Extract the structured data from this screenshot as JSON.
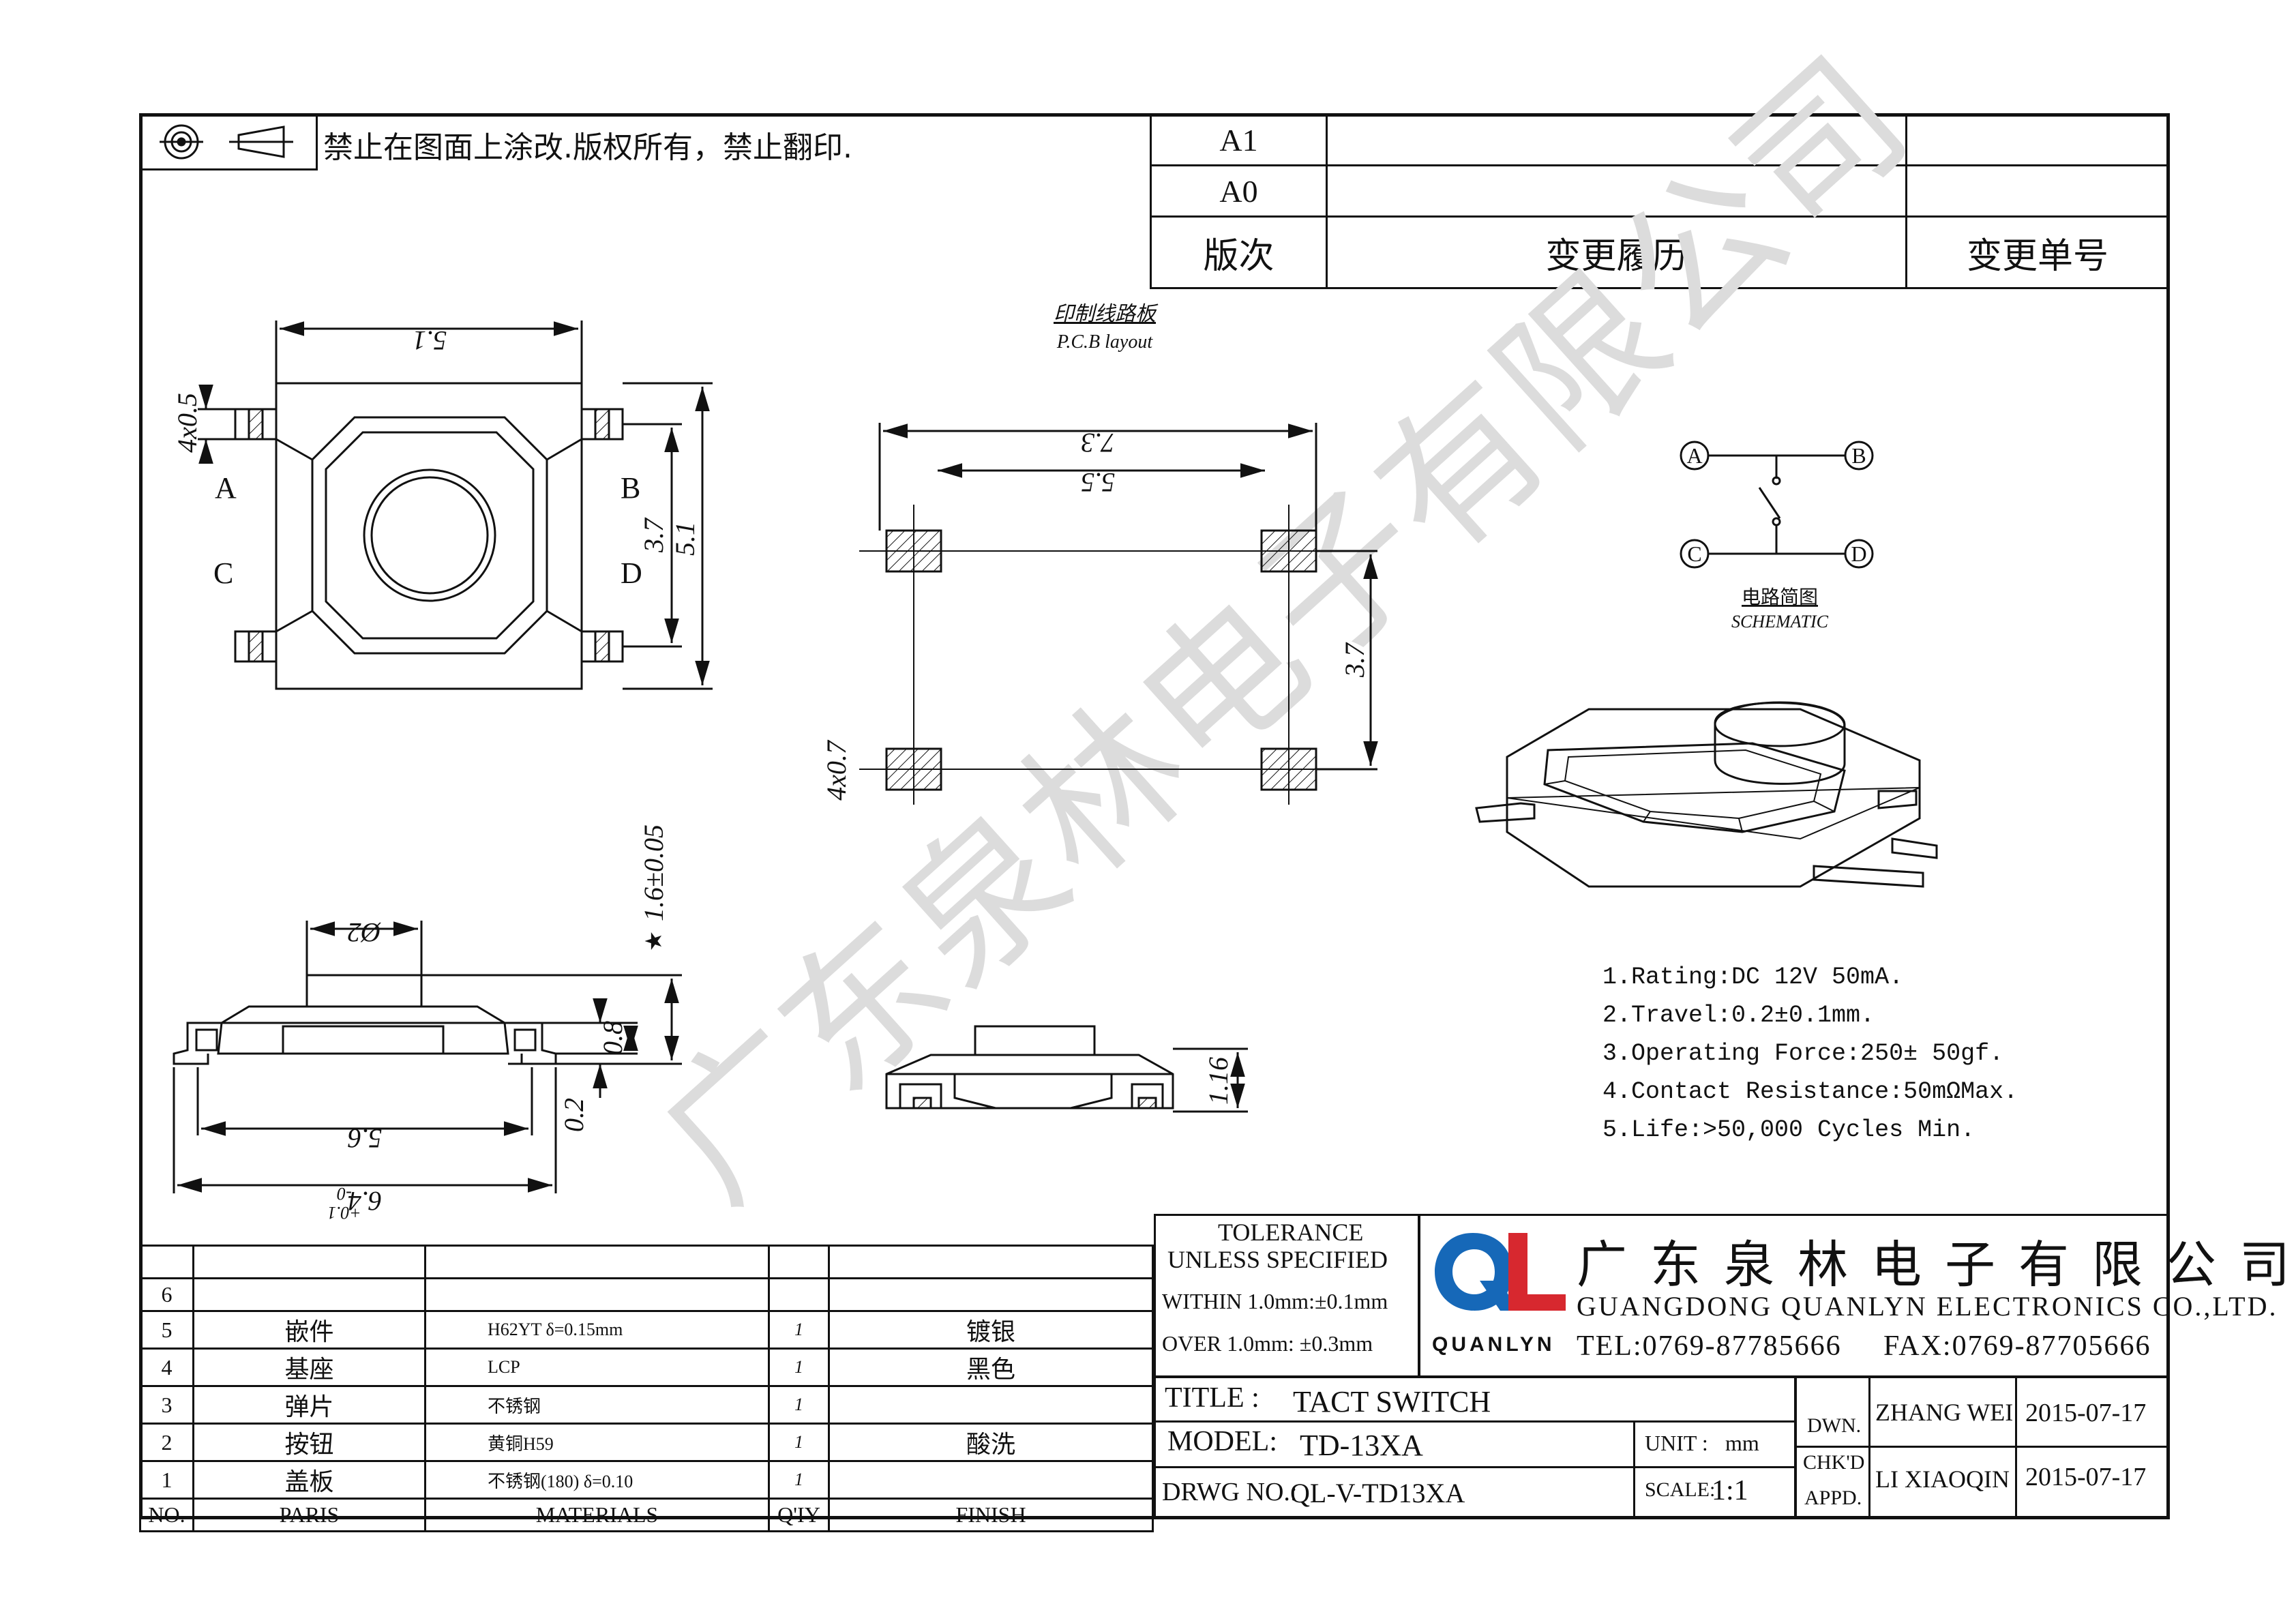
{
  "notice": "禁止在图面上涂改.版权所有，禁止翻印.",
  "revision_table": {
    "rows": [
      {
        "rev": "A1",
        "history": "",
        "number": ""
      },
      {
        "rev": "A0",
        "history": "",
        "number": ""
      }
    ],
    "header": {
      "rev": "版次",
      "history": "变更履历",
      "number": "变更单号"
    }
  },
  "pcb_layout": {
    "title_cn": "印制线路板",
    "title_en": "P.C.B layout"
  },
  "schematic": {
    "title_cn": "电路简图",
    "title_en": "SCHEMATIC",
    "nodes": [
      "A",
      "B",
      "C",
      "D"
    ]
  },
  "top_view": {
    "dims": {
      "width": "5.1",
      "height": "5.1",
      "inner": "3.7",
      "pin": "4x0.5"
    },
    "pins": [
      "A",
      "B",
      "C",
      "D"
    ]
  },
  "pcb_dims": {
    "outer": "7.3",
    "inner": "5.5",
    "vertical": "3.7",
    "pad": "4x0.7"
  },
  "side_view": {
    "diameter": "Ø2",
    "height": "1.6±0.05",
    "star": "★",
    "d08": "0.8",
    "d02": "0.2",
    "base": "5.6",
    "overall": "6.4",
    "tol_plus": "+0.1",
    "tol_minus": "-0",
    "d116": "1.16"
  },
  "specs": [
    "1.Rating:DC 12V 50mA.",
    "2.Travel:0.2±0.1mm.",
    "3.Operating Force:250± 50gf.",
    "4.Contact Resistance:50mΩMax.",
    "5.Life:>50,000 Cycles Min."
  ],
  "watermark": "广东泉林电子有限公司",
  "parts_table": {
    "rows": [
      {
        "no": "6",
        "part": "",
        "material": "",
        "qty": "",
        "finish": ""
      },
      {
        "no": "5",
        "part": "嵌件",
        "material": "H62YT  δ=0.15mm",
        "qty": "1",
        "finish": "镀银"
      },
      {
        "no": "4",
        "part": "基座",
        "material": "LCP",
        "qty": "1",
        "finish": "黑色"
      },
      {
        "no": "3",
        "part": "弹片",
        "material": "不锈钢",
        "qty": "1",
        "finish": ""
      },
      {
        "no": "2",
        "part": "按钮",
        "material": "黄铜H59",
        "qty": "1",
        "finish": "酸洗"
      },
      {
        "no": "1",
        "part": "盖板",
        "material": "不锈钢(180)  δ=0.10",
        "qty": "1",
        "finish": ""
      }
    ],
    "header": {
      "no": "NO.",
      "part": "PARIS",
      "material": "MATERIALS",
      "qty": "Q'IY",
      "finish": "FINISH"
    }
  },
  "title_block": {
    "tolerance_1": "TOLERANCE",
    "tolerance_2": "UNLESS SPECIFIED",
    "within": "WITHIN 1.0mm:±0.1mm",
    "over": "OVER 1.0mm:  ±0.3mm",
    "company_cn": "广东泉林电子有限公司",
    "company_en": "GUANGDONG QUANLYN ELECTRONICS CO.,LTD.",
    "logo_text": "QL",
    "brand": "QUANLYN",
    "tel": "TEL:0769-87785666",
    "fax": "FAX:0769-87705666",
    "title_label": "TITLE :",
    "title": "TACT SWITCH",
    "model_label": "MODEL:",
    "model": "TD-13XA",
    "unit_label": "UNIT :",
    "unit": "mm",
    "drwg_label": "DRWG NO.:",
    "drwg": "QL-V-TD13XA",
    "scale_label": "SCALE:",
    "scale": "1:1",
    "dwn_label": "DWN.",
    "chk_label": "CHK'D",
    "appd_label": "APPD.",
    "drawn_by": "ZHANG WEI",
    "drawn_date": "2015-07-17",
    "checked_by": "LI XIAOQIN",
    "checked_date": "2015-07-17"
  },
  "colors": {
    "logo_blue": "#1668b8",
    "logo_red": "#d7282f",
    "ink": "#111111",
    "watermark": "#dcdcdc"
  }
}
